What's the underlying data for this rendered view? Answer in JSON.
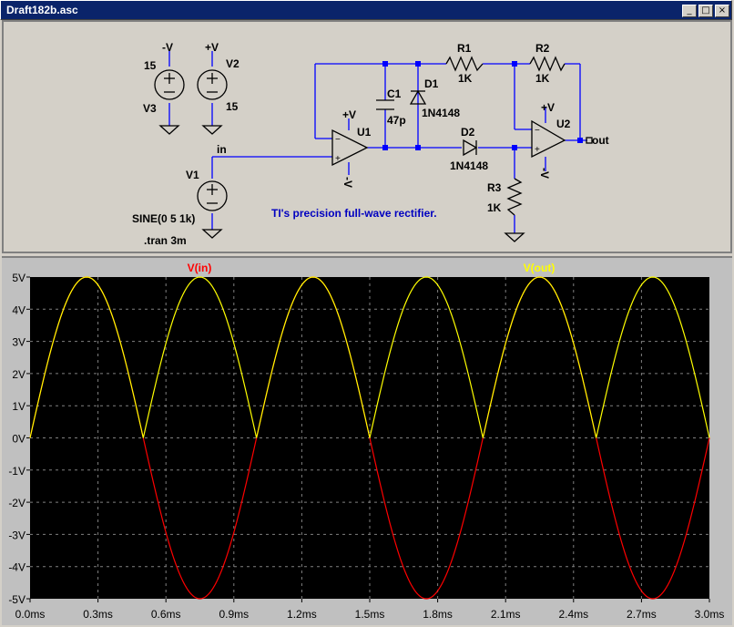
{
  "window": {
    "title": "Draft182b.asc",
    "controls": [
      "_",
      "□",
      "×"
    ]
  },
  "schematic": {
    "labels": {
      "v3_ref": "V3",
      "v3_val": "15",
      "v3_top": "-V",
      "v2_ref": "V2",
      "v2_val": "15",
      "v2_top": "+V",
      "v1_ref": "V1",
      "v1_val": "SINE(0 5 1k)",
      "tran": ".tran 3m",
      "in_net": "in",
      "out_net": "out",
      "u1": "U1",
      "u1_top": "+V",
      "u1_bot": "-V",
      "u2": "U2",
      "u2_top": "+V",
      "u2_bot": "-V",
      "c1": "C1",
      "c1_val": "47p",
      "d1": "D1",
      "d1_val": "1N4148",
      "d2": "D2",
      "d2_val": "1N4148",
      "r1": "R1",
      "r1_val": "1K",
      "r2": "R2",
      "r2_val": "1K",
      "r3": "R3",
      "r3_val": "1K",
      "comment": "TI's precision full-wave rectifier."
    },
    "colors": {
      "wire": "#0000ff",
      "comment": "#0000c0"
    }
  },
  "chart_data": {
    "type": "line",
    "xlabel": "",
    "ylabel": "",
    "xlim": [
      0,
      3.0
    ],
    "ylim": [
      -5,
      5
    ],
    "x_unit": "ms",
    "y_unit": "V",
    "xticks": [
      "0.0ms",
      "0.3ms",
      "0.6ms",
      "0.9ms",
      "1.2ms",
      "1.5ms",
      "1.8ms",
      "2.1ms",
      "2.4ms",
      "2.7ms",
      "3.0ms"
    ],
    "yticks": [
      "5V",
      "4V",
      "3V",
      "2V",
      "1V",
      "0V",
      "-1V",
      "-2V",
      "-3V",
      "-4V",
      "-5V"
    ],
    "grid": true,
    "background": "#000000",
    "series": [
      {
        "name": "V(in)",
        "color": "#ff0000",
        "expr": "5*sin(2*pi*1000*t)",
        "amplitude": 5,
        "frequency_khz": 1
      },
      {
        "name": "V(out)",
        "color": "#ffff00",
        "expr": "abs(5*sin(2*pi*1000*t))",
        "amplitude": 5,
        "frequency_khz": 1
      }
    ]
  }
}
